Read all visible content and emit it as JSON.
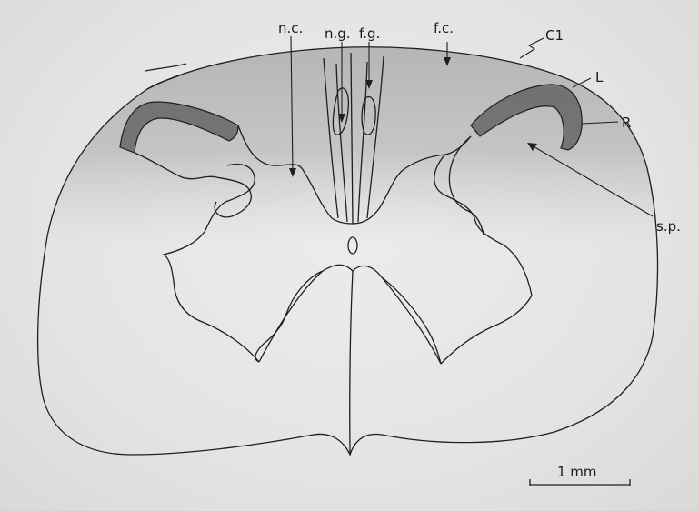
{
  "figure": {
    "labels": {
      "nc": "n.c.",
      "ng": "n.g.",
      "fg": "f.g.",
      "fc": "f.c.",
      "c1": "C1",
      "l": "L",
      "r": "R",
      "sp": "s.p."
    },
    "scale_bar": {
      "label": "1 mm"
    }
  },
  "colors": {
    "line": "#1f1f1f",
    "shading": "#8e8e8e",
    "dark_band": "#555555"
  }
}
